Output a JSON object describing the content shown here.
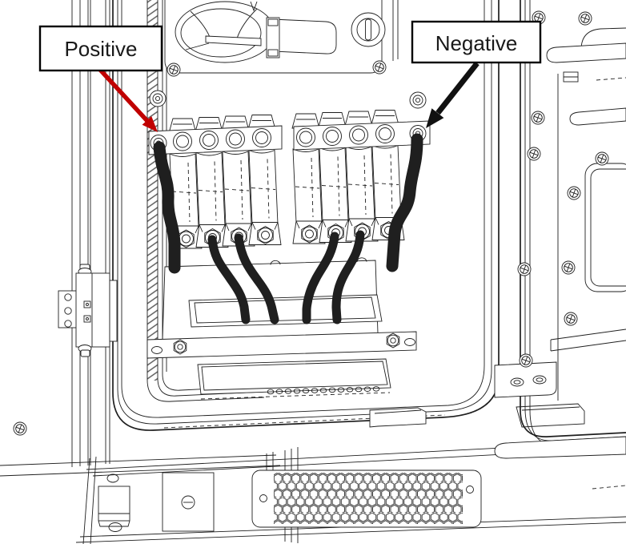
{
  "figure": {
    "background_color": "#ffffff",
    "line_color": "#1f1f1f",
    "description": "Line drawing of an electrical cabinet interior: two DC fuse banks on bus bars; red positive cables on the left bank, black negative cables on the right bank."
  },
  "callouts": {
    "positive": {
      "label": "Positive",
      "color": "#c00000"
    },
    "negative": {
      "label": "Negative",
      "color": "#111111"
    }
  },
  "cables": {
    "positive_color": "#c00000",
    "negative_color": "#161616",
    "positive_cable_count": 3,
    "negative_cable_count": 3
  },
  "fuse_banks": {
    "bank_count": 2,
    "fuses_per_bank": 4
  }
}
